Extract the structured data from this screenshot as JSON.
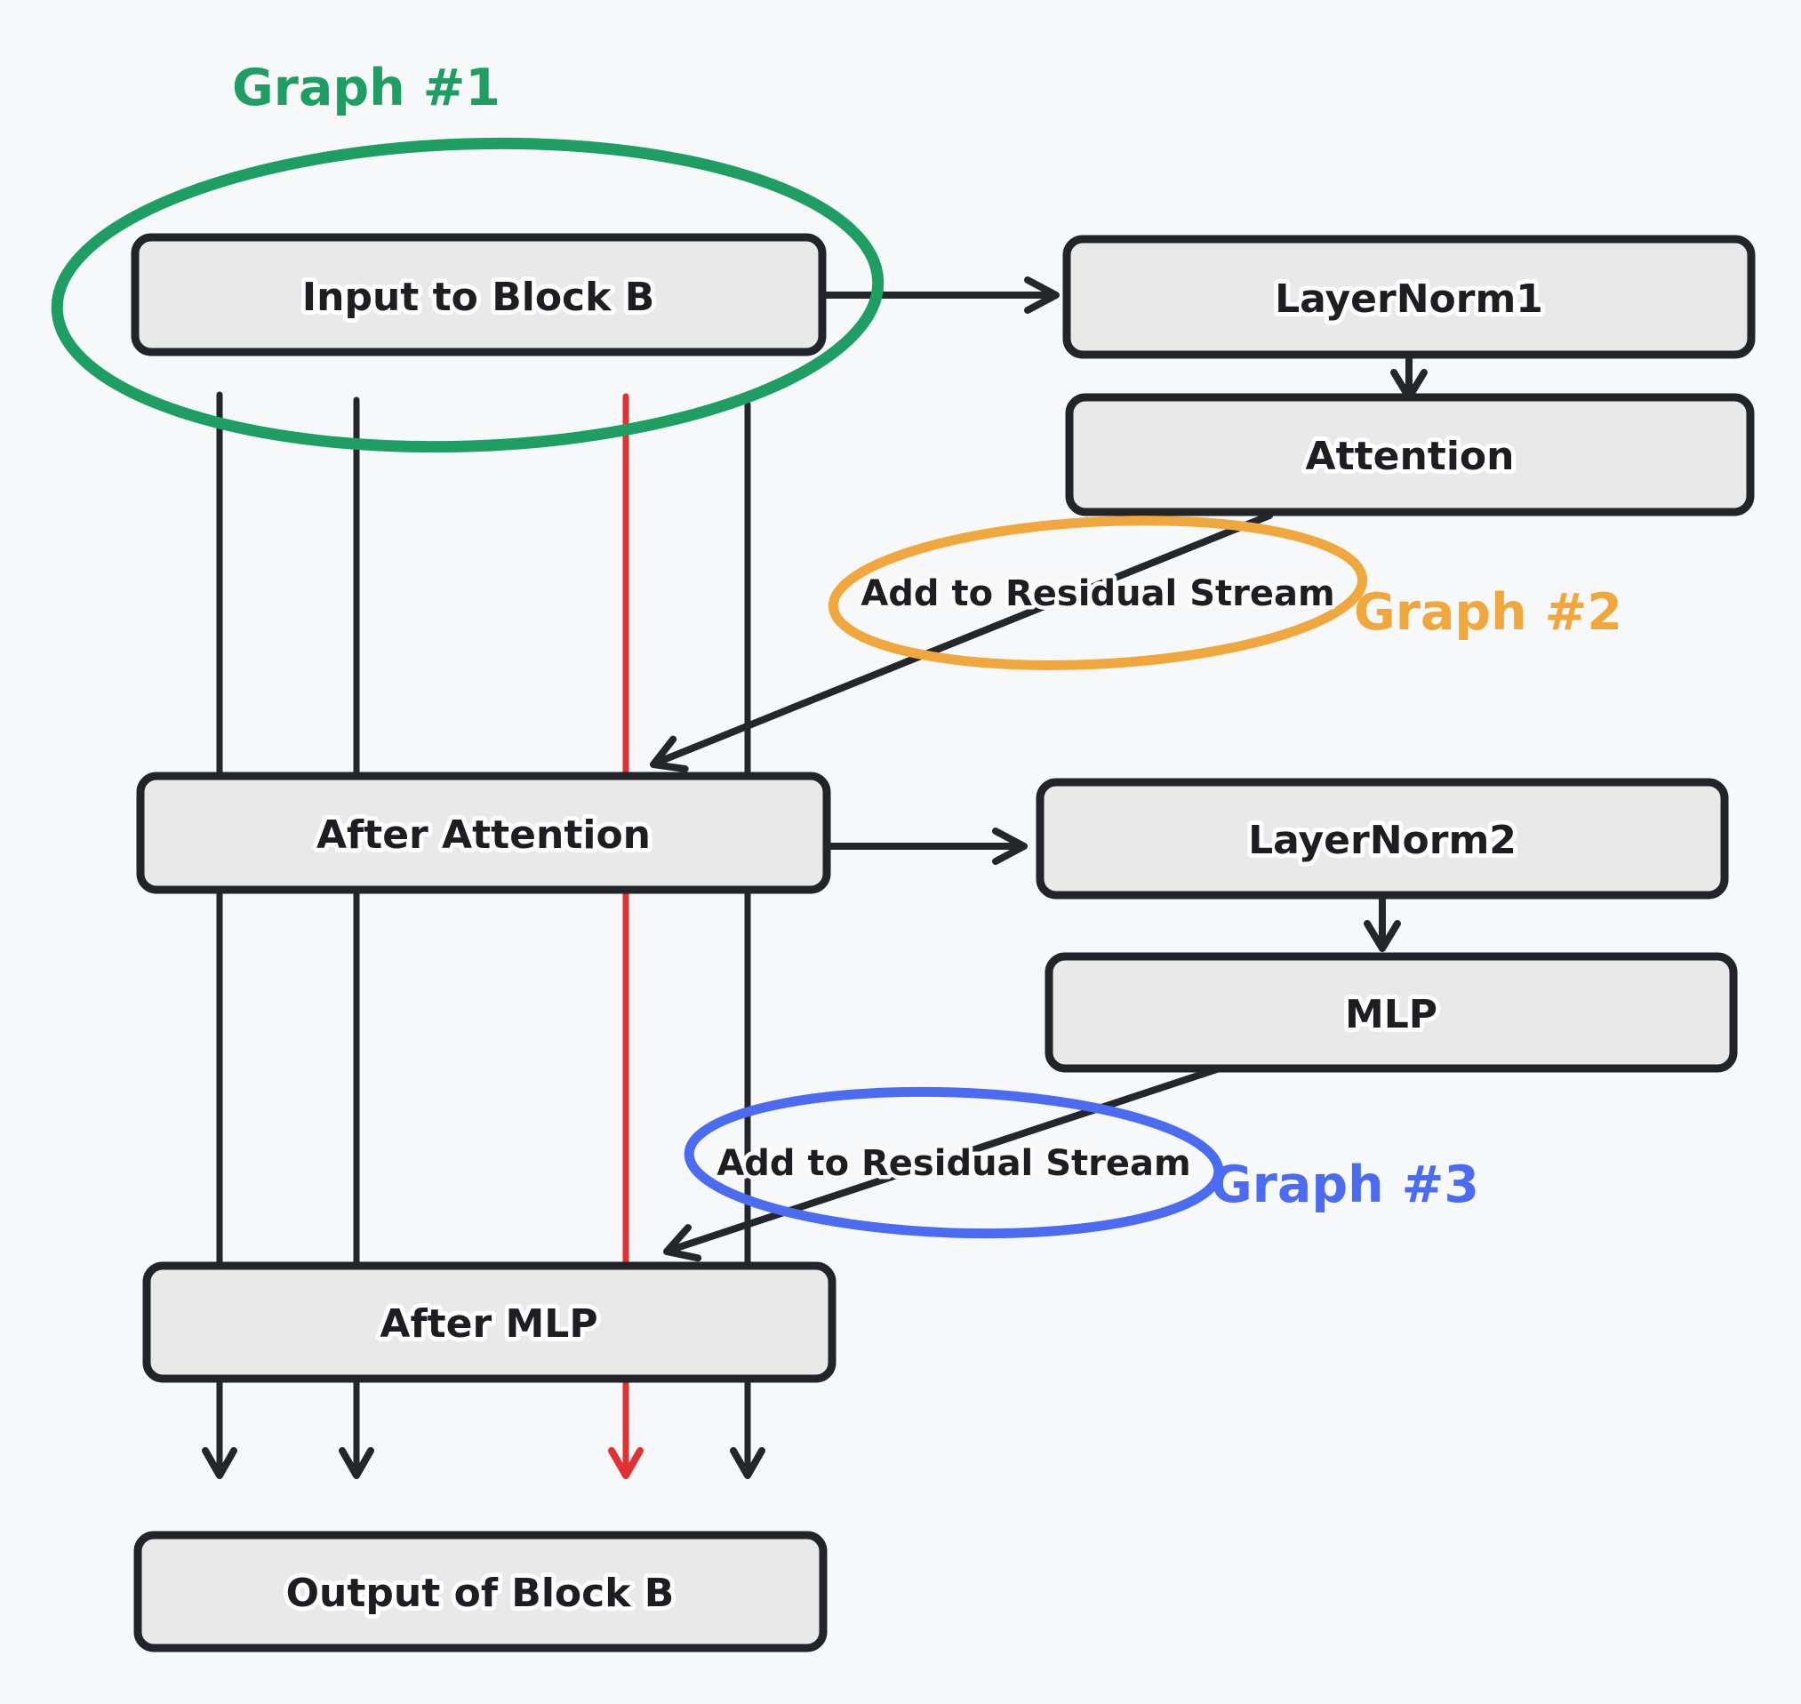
{
  "diagram": {
    "title_hint": "Transformer Block B residual stream diagram",
    "background": "#f7f8fa",
    "colors": {
      "green": "#1f9e63",
      "orange": "#efa73e",
      "blue": "#4b6bf0",
      "red": "#e03232",
      "line_dark": "#23262a",
      "box_fill": "#e9e9e9",
      "box_stroke": "#212428"
    },
    "nodes": {
      "input": "Input to Block B",
      "layernorm1": "LayerNorm1",
      "attention": "Attention",
      "after_attention": "After Attention",
      "layernorm2": "LayerNorm2",
      "mlp": "MLP",
      "after_mlp": "After MLP",
      "output": "Output of Block B"
    },
    "annotations": {
      "graph1": "Graph #1",
      "graph2": "Graph #2",
      "graph3": "Graph #3",
      "add_residual_1": "Add to Residual Stream",
      "add_residual_2": "Add to Residual Stream"
    }
  }
}
